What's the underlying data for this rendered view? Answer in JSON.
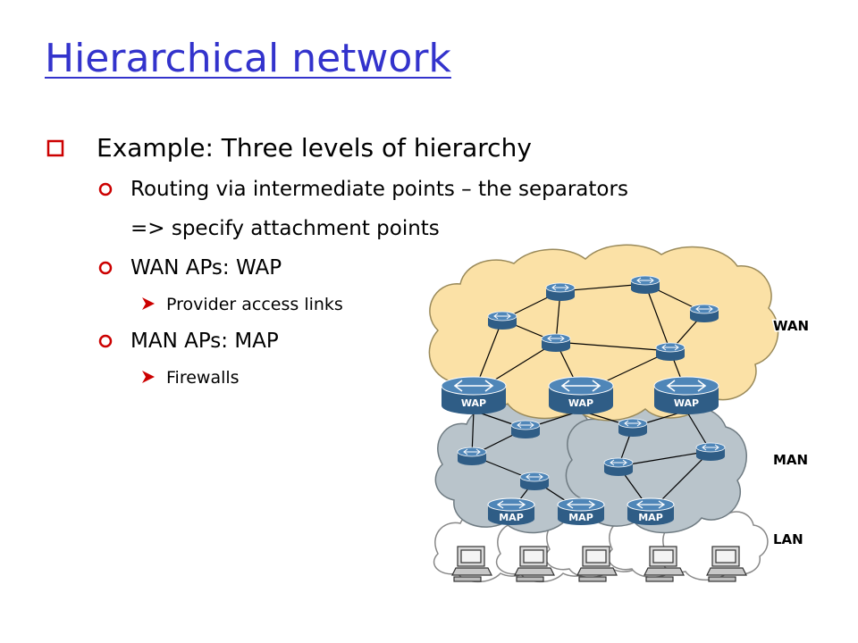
{
  "title": "Hierarchical network",
  "bullets": {
    "level1": "Example: Three levels of hierarchy",
    "routing": "Routing via intermediate points – the separators",
    "routing_cont": "=> specify attachment points",
    "wan_aps": "WAN APs: WAP",
    "provider": "Provider access links",
    "man_aps": "MAN APs: MAP",
    "firewalls": "Firewalls"
  },
  "diagram": {
    "layers": {
      "wan": "WAN",
      "man": "MAN",
      "lan": "LAN"
    },
    "wap_label": "WAP",
    "map_label": "MAP",
    "colors": {
      "wan_cloud": "#fbe1a6",
      "man_cloud": "#b9c4cb",
      "lan_cloud": "#ffffff",
      "router": "#3b6e9e",
      "title": "#3333cc",
      "bullet_marker": "#cc0000"
    }
  }
}
